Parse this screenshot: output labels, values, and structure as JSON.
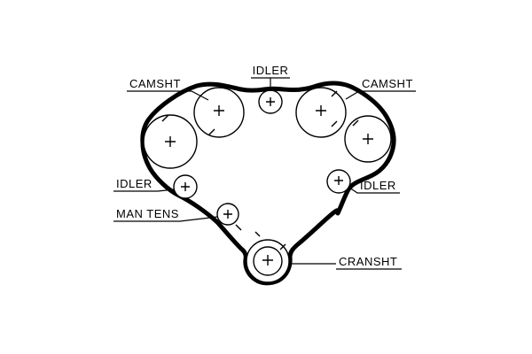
{
  "diagram": {
    "type": "timing-belt-routing-diagram",
    "colors": {
      "line": "#000000",
      "background": "#ffffff"
    },
    "labels": {
      "camsht_left": "CAMSHT",
      "idler_top": "IDLER",
      "camsht_right": "CAMSHT",
      "idler_left": "IDLER",
      "man_tens": "MAN TENS",
      "idler_right": "IDLER",
      "cransht": "CRANSHT"
    },
    "components": [
      {
        "name": "camshaft-pulley-left-outer",
        "label": "CAMSHT"
      },
      {
        "name": "camshaft-pulley-left-inner",
        "label": "CAMSHT"
      },
      {
        "name": "idler-top",
        "label": "IDLER"
      },
      {
        "name": "camshaft-pulley-right-inner",
        "label": "CAMSHT"
      },
      {
        "name": "camshaft-pulley-right-outer",
        "label": "CAMSHT"
      },
      {
        "name": "idler-left",
        "label": "IDLER"
      },
      {
        "name": "manual-tensioner",
        "label": "MAN TENS"
      },
      {
        "name": "idler-right",
        "label": "IDLER"
      },
      {
        "name": "crankshaft-pulley",
        "label": "CRANSHT"
      }
    ]
  }
}
